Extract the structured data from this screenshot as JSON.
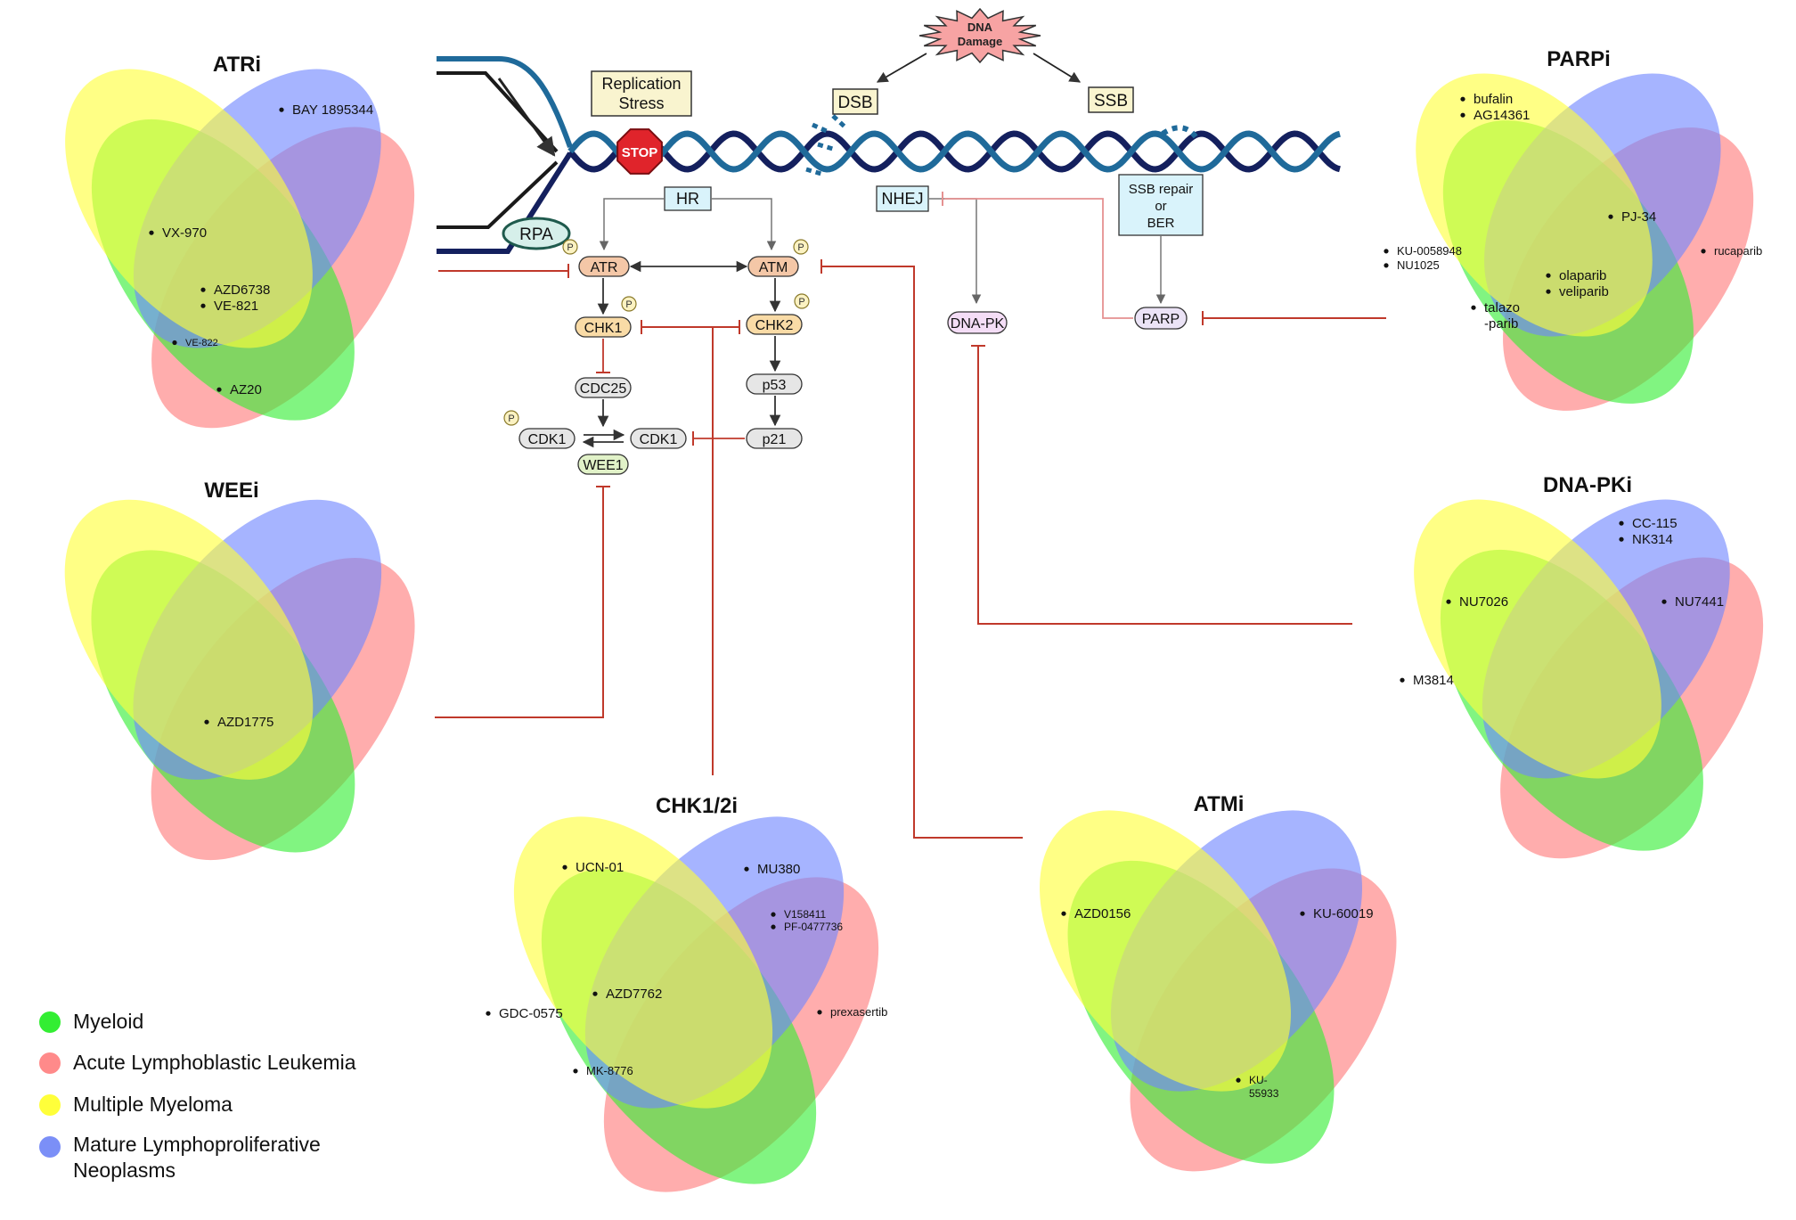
{
  "colors": {
    "myeloid": "#33ee33",
    "all": "#ff7b7b",
    "mm": "#ffff3a",
    "mlpn": "#6f86ff",
    "inhibit": "#c0392b",
    "arrow": "#333333",
    "dna_dark": "#14205e",
    "dna_light": "#1f6a9a"
  },
  "pathway": {
    "dna_damage": [
      "DNA",
      "Damage"
    ],
    "dsb": "DSB",
    "ssb": "SSB",
    "replication_stress": [
      "Replication",
      "Stress"
    ],
    "stop": "STOP",
    "rpa": "RPA",
    "hr": "HR",
    "nhej": "NHEJ",
    "ssb_repair": [
      "SSB repair",
      "or",
      "BER"
    ],
    "atr": "ATR",
    "atm": "ATM",
    "chk1": "CHK1",
    "chk2": "CHK2",
    "cdc25": "CDC25",
    "p53": "p53",
    "p21": "p21",
    "cdk1_left": "CDK1",
    "cdk1_right": "CDK1",
    "wee1": "WEE1",
    "dnapk": "DNA-PK",
    "parp": "PARP",
    "phospho": "P"
  },
  "venns": {
    "atri": {
      "title": "ATRi",
      "items": [
        "BAY 1895344",
        "VX-970",
        "AZD6738",
        "VE-821",
        "VE-822",
        "AZ20"
      ]
    },
    "weei": {
      "title": "WEEi",
      "items": [
        "AZD1775"
      ]
    },
    "chki": {
      "title": "CHK1/2i",
      "items": [
        "UCN-01",
        "MU380",
        "V158411",
        "PF-0477736",
        "AZD7762",
        "GDC-0575",
        "prexasertib",
        "MK-8776"
      ]
    },
    "atmi": {
      "title": "ATMi",
      "items": [
        "AZD0156",
        "KU-60019",
        "KU-",
        "55933"
      ]
    },
    "parpi": {
      "title": "PARPi",
      "items": [
        "bufalin",
        "AG14361",
        "PJ-34",
        "KU-0058948",
        "NU1025",
        "olaparib",
        "veliparib",
        "rucaparib",
        "talazo",
        "-parib"
      ]
    },
    "dnapki": {
      "title": "DNA-PKi",
      "items": [
        "CC-115",
        "NK314",
        "NU7026",
        "NU7441",
        "M3814"
      ]
    }
  },
  "legend": {
    "items": [
      {
        "label": "Myeloid",
        "color": "#33ee33"
      },
      {
        "label": "Acute Lymphoblastic Leukemia",
        "color": "#ff7b7b"
      },
      {
        "label": "Multiple Myeloma",
        "color": "#ffff3a"
      },
      {
        "label": "Mature Lymphoproliferative",
        "color": "#6f86ff"
      }
    ],
    "item4_line2": "Neoplasms"
  }
}
